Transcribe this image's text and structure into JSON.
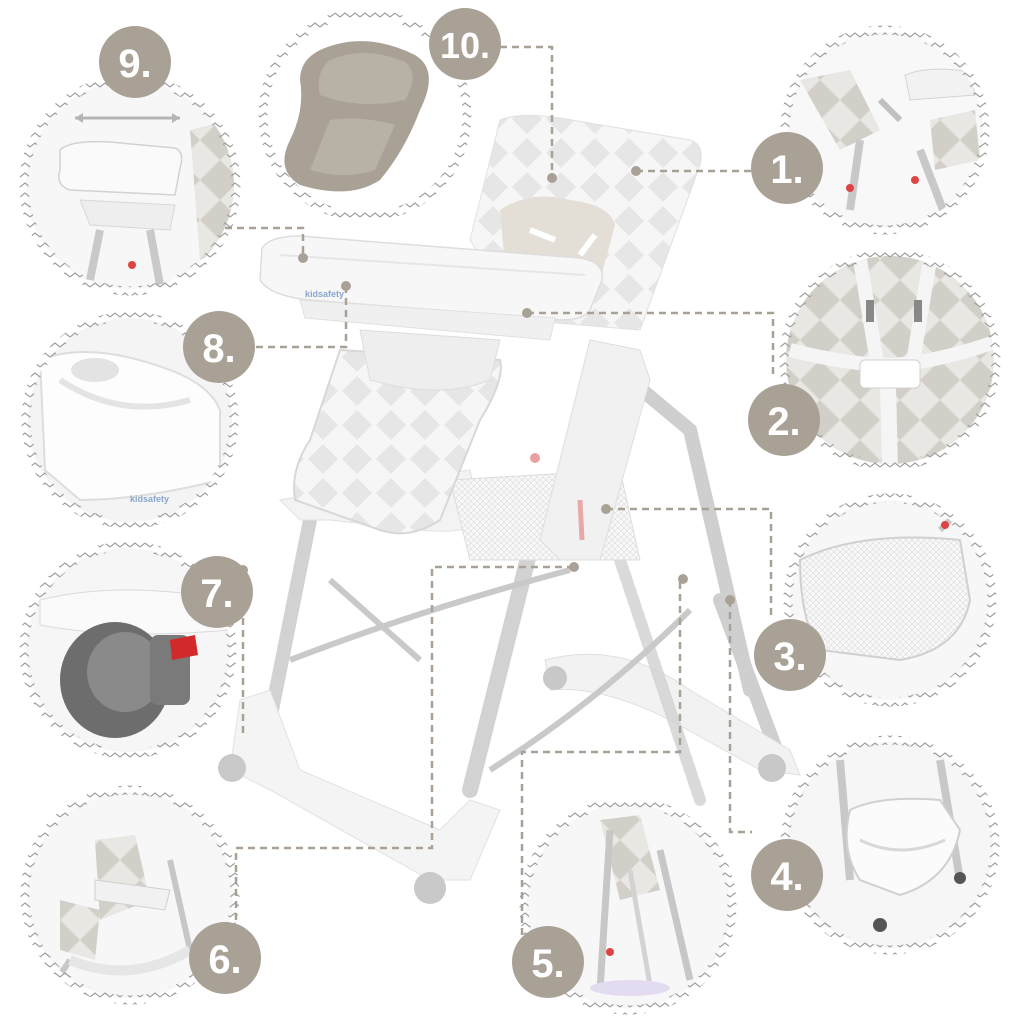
{
  "image": {
    "description_colors": {
      "accent": "#a9a196",
      "detail_bg": "#ffffff",
      "chair": "#f4f4f4",
      "leg": "#c9c9c9",
      "cushion": "#d9d4cc",
      "wheel": "#7a7a7a",
      "lock": "#d22a2a"
    }
  },
  "callouts": [
    {
      "label": "1."
    },
    {
      "label": "2."
    },
    {
      "label": "3."
    },
    {
      "label": "4."
    },
    {
      "label": "5."
    },
    {
      "label": "6."
    },
    {
      "label": "7."
    },
    {
      "label": "8."
    },
    {
      "label": "9."
    },
    {
      "label": "10."
    }
  ],
  "brand_logo": {
    "text": "kidsafety"
  }
}
